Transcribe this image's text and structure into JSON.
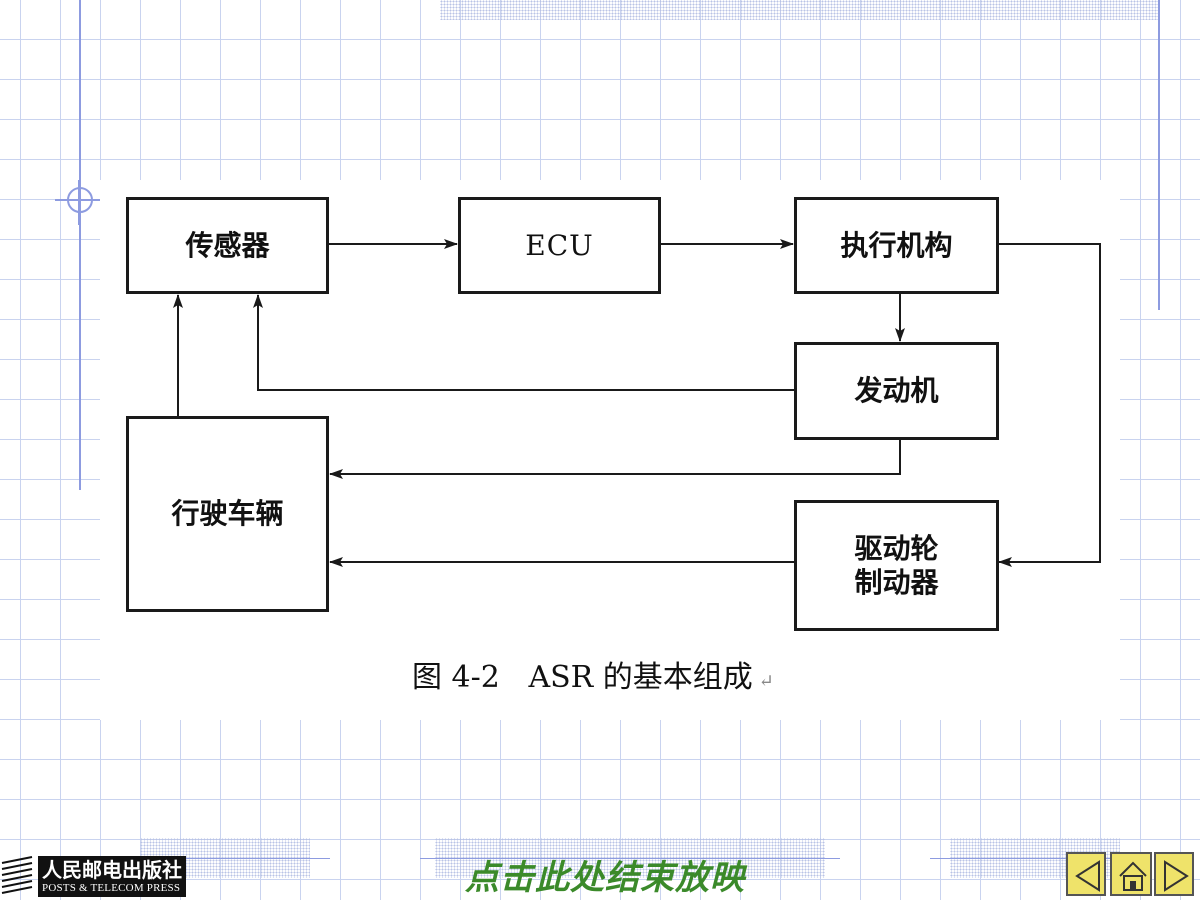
{
  "diagram": {
    "boxes": {
      "sensor": "传感器",
      "ecu": "ECU",
      "actuator": "执行机构",
      "engine": "发动机",
      "vehicle": "行驶车辆",
      "wheel_brake": "驱动轮\n制动器"
    },
    "edges": [
      {
        "from": "sensor",
        "to": "ecu"
      },
      {
        "from": "ecu",
        "to": "actuator"
      },
      {
        "from": "actuator",
        "to": "engine"
      },
      {
        "from": "actuator",
        "to": "wheel_brake"
      },
      {
        "from": "engine",
        "to": "sensor"
      },
      {
        "from": "engine",
        "to": "vehicle"
      },
      {
        "from": "wheel_brake",
        "to": "vehicle"
      },
      {
        "from": "vehicle",
        "to": "sensor"
      }
    ]
  },
  "caption": {
    "text": "图 4-2   ASR 的基本组成",
    "return_mark": "↵"
  },
  "footer": {
    "publisher_cn": "人民邮电出版社",
    "publisher_en": "POSTS & TELECOM PRESS",
    "end_show_link": "点击此处结束放映",
    "nav": {
      "prev": "previous-slide",
      "home": "home",
      "next": "next-slide"
    }
  },
  "colors": {
    "grid": "#c9d3ef",
    "accent_lines": "#8d9be0",
    "link_green": "#3b8a2a",
    "nav_yellow": "#efe36a"
  }
}
